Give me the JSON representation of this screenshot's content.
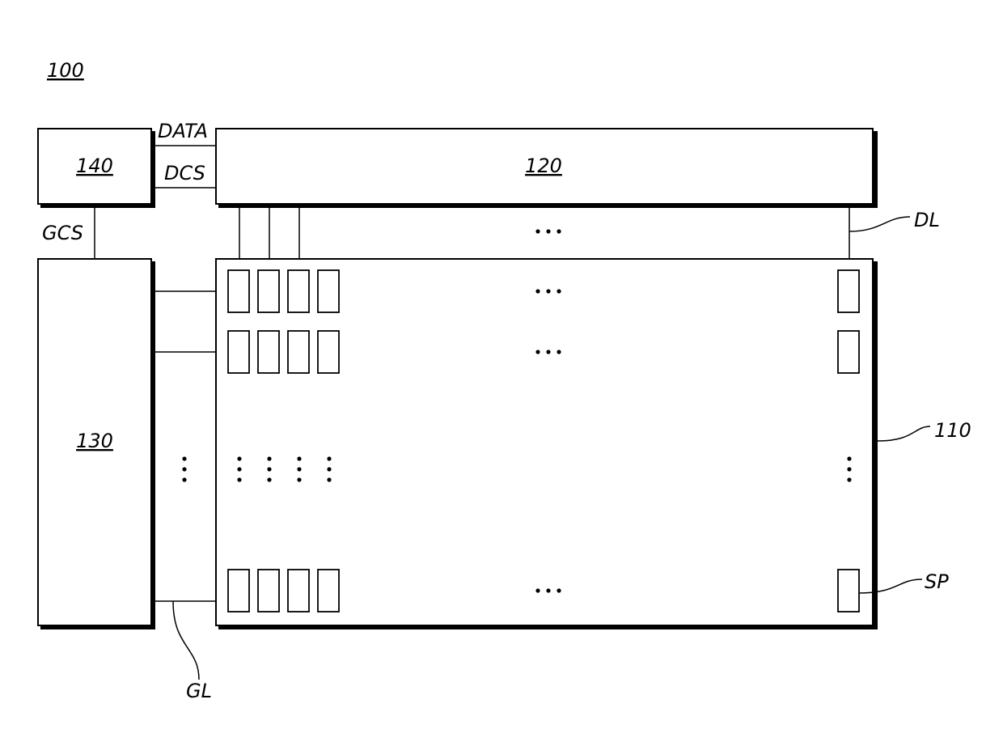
{
  "figure": {
    "ref": "100"
  },
  "blocks": {
    "timing_controller": "140",
    "data_driver": "120",
    "gate_driver": "130",
    "display_panel": "110"
  },
  "signals": {
    "data": "DATA",
    "dcs": "DCS",
    "gcs": "GCS"
  },
  "callouts": {
    "data_line": "DL",
    "panel": "110",
    "subpixel": "SP",
    "gate_line": "GL"
  },
  "colors": {
    "stroke": "#000000",
    "background": "#ffffff"
  }
}
